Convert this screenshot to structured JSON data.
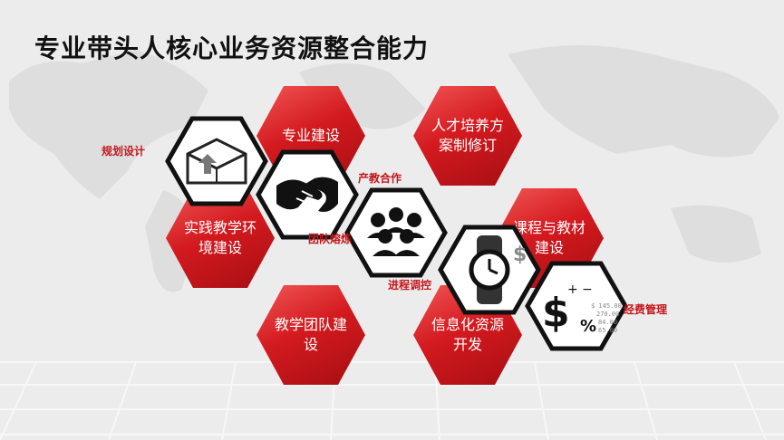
{
  "title": "专业带头人核心业务资源整合能力",
  "red_hexagons": [
    {
      "text": "专业建设"
    },
    {
      "text": "人才培养方案制修订"
    },
    {
      "text": "实践教学环境建设"
    },
    {
      "text": "课程与教材建设"
    },
    {
      "text": "教学团队建设"
    },
    {
      "text": "信息化资源开发"
    }
  ],
  "chain_labels": {
    "planning": "规划设计",
    "industry": "产教合作",
    "team": "团队熔炼",
    "process": "进程调控",
    "funds": "经费管理"
  },
  "icons": [
    "box-icon",
    "handshake-icon",
    "team-icon",
    "watch-icon",
    "dollar-icon"
  ],
  "ledger_numbers": [
    "$ 145.00",
    "270.00",
    "84.00",
    "65.00"
  ],
  "colors": {
    "accent": "#d31a1f",
    "label": "#c4161c",
    "background": "#ececec"
  }
}
